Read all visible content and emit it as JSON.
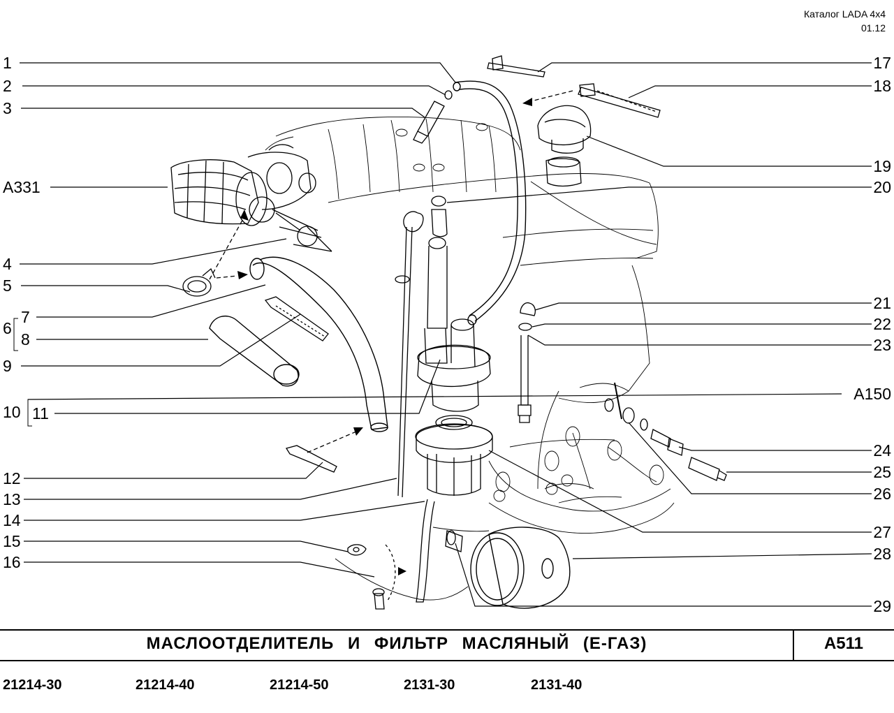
{
  "header": {
    "catalog": "Каталог  LADA  4x4",
    "date": "01.12"
  },
  "title": "МАСЛООТДЕЛИТЕЛЬ  И  ФИЛЬТР  МАСЛЯНЫЙ  (Е-ГАЗ)",
  "sheet_code": "А511",
  "models": [
    "21214-30",
    "21214-40",
    "21214-50",
    "2131-30",
    "2131-40"
  ],
  "callouts_left": [
    "1",
    "2",
    "3",
    "А331",
    "4",
    "5",
    "6",
    "7",
    "8",
    "9",
    "10",
    "11",
    "12",
    "13",
    "14",
    "15",
    "16"
  ],
  "callouts_right": [
    "17",
    "18",
    "19",
    "20",
    "21",
    "22",
    "23",
    "А150",
    "24",
    "25",
    "26",
    "27",
    "28",
    "29"
  ]
}
